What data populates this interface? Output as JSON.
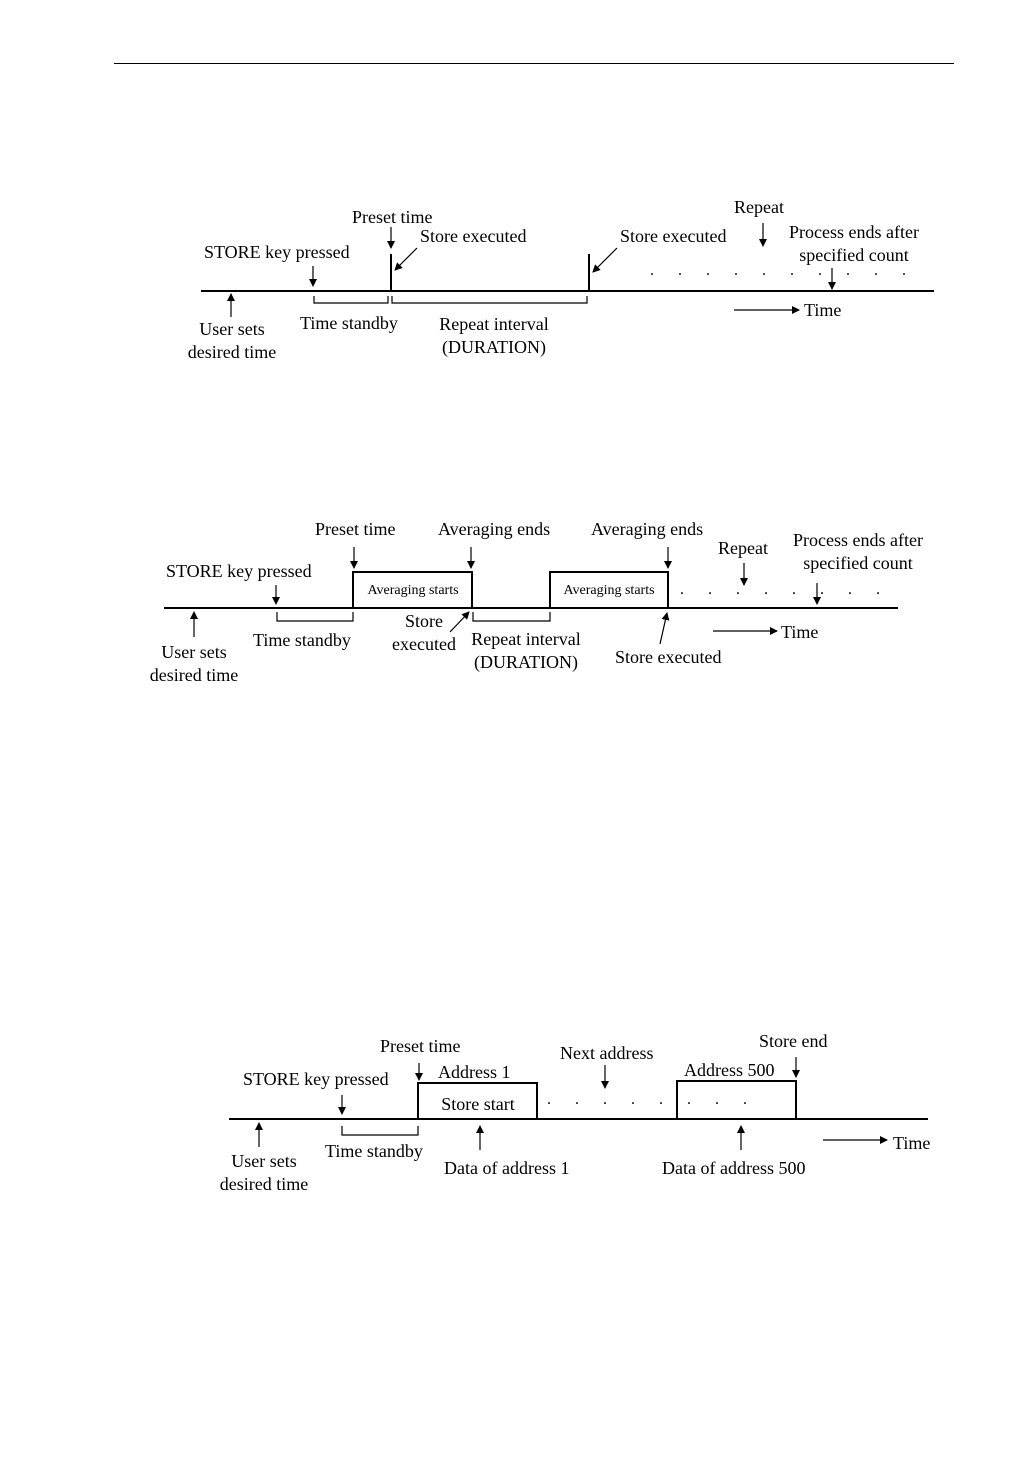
{
  "d1": {
    "preset_time": "Preset time",
    "store_key": "STORE key pressed",
    "store_exec_1": "Store executed",
    "store_exec_2": "Store executed",
    "repeat": "Repeat",
    "process_ends_1": "Process ends after",
    "process_ends_2": "specified count",
    "user_sets_1": "User sets",
    "user_sets_2": "desired time",
    "time_standby": "Time standby",
    "repeat_interval_1": "Repeat interval",
    "repeat_interval_2": "(DURATION)",
    "time": "Time",
    "dots": ". . . . . . . . . ."
  },
  "d2": {
    "preset_time": "Preset time",
    "avg_ends_1": "Averaging ends",
    "avg_ends_2": "Averaging ends",
    "repeat": "Repeat",
    "process_ends_1": "Process ends after",
    "process_ends_2": "specified count",
    "store_key": "STORE key pressed",
    "avg_starts_1": "Averaging starts",
    "avg_starts_2": "Averaging starts",
    "user_sets_1": "User sets",
    "user_sets_2": "desired time",
    "time_standby": "Time standby",
    "store_1": "Store",
    "executed_1": "executed",
    "repeat_interval_1": "Repeat interval",
    "repeat_interval_2": "(DURATION)",
    "store_exec_2": "Store executed",
    "time": "Time",
    "dots": ". . . . . . . ."
  },
  "d3": {
    "preset_time": "Preset time",
    "next_address": "Next address",
    "store_end": "Store end",
    "store_key": "STORE key pressed",
    "address_1": "Address 1",
    "address_500": "Address 500",
    "store_start": "Store start",
    "user_sets_1": "User sets",
    "user_sets_2": "desired time",
    "time_standby": "Time standby",
    "data_addr_1": "Data of address 1",
    "data_addr_500": "Data of address 500",
    "time": "Time",
    "dots": ". . . . . . . ."
  }
}
